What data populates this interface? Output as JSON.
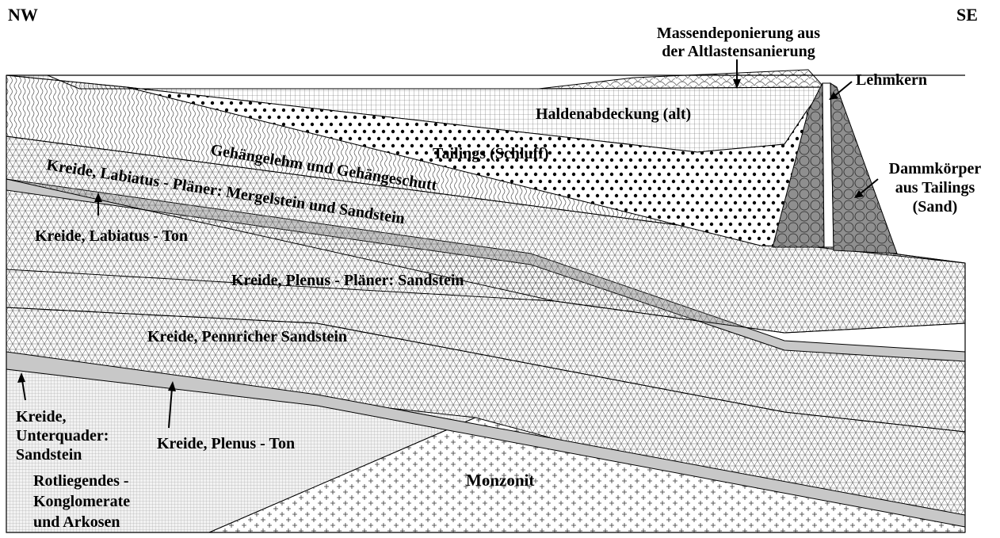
{
  "orientation": {
    "left": "NW",
    "right": "SE"
  },
  "labels": {
    "massendeponierung_1": "Massendeponierung aus",
    "massendeponierung_2": "der Altlastensanierung",
    "lehmkern": "Lehmkern",
    "haldenabdeckung": "Haldenabdeckung (alt)",
    "tailings_schluff": "Tailings (Schluff)",
    "dammkoerper_1": "Dammkörper",
    "dammkoerper_2": "aus Tailings",
    "dammkoerper_3": "(Sand)",
    "gehaengelehm": "Gehängelehm und Gehängeschutt",
    "labiatus_plaener": "Kreide, Labiatus - Pläner: Mergelstein und Sandstein",
    "labiatus_ton": "Kreide, Labiatus - Ton",
    "plenus_plaener": "Kreide, Plenus - Pläner: Sandstein",
    "pennricher": "Kreide, Pennricher Sandstein",
    "unterquader_1": "Kreide,",
    "unterquader_2": "Unterquader:",
    "unterquader_3": "Sandstein",
    "plenus_ton": "Kreide, Plenus - Ton",
    "rotliegendes_1": "Rotliegendes -",
    "rotliegendes_2": "Konglomerate",
    "rotliegendes_3": "und Arkosen",
    "monzonit": "Monzonit"
  },
  "colors": {
    "outline": "#000000",
    "ton_band": "#c8c8c8",
    "damm_fill": "#8f8f8f",
    "pattern_line": "#555555"
  }
}
